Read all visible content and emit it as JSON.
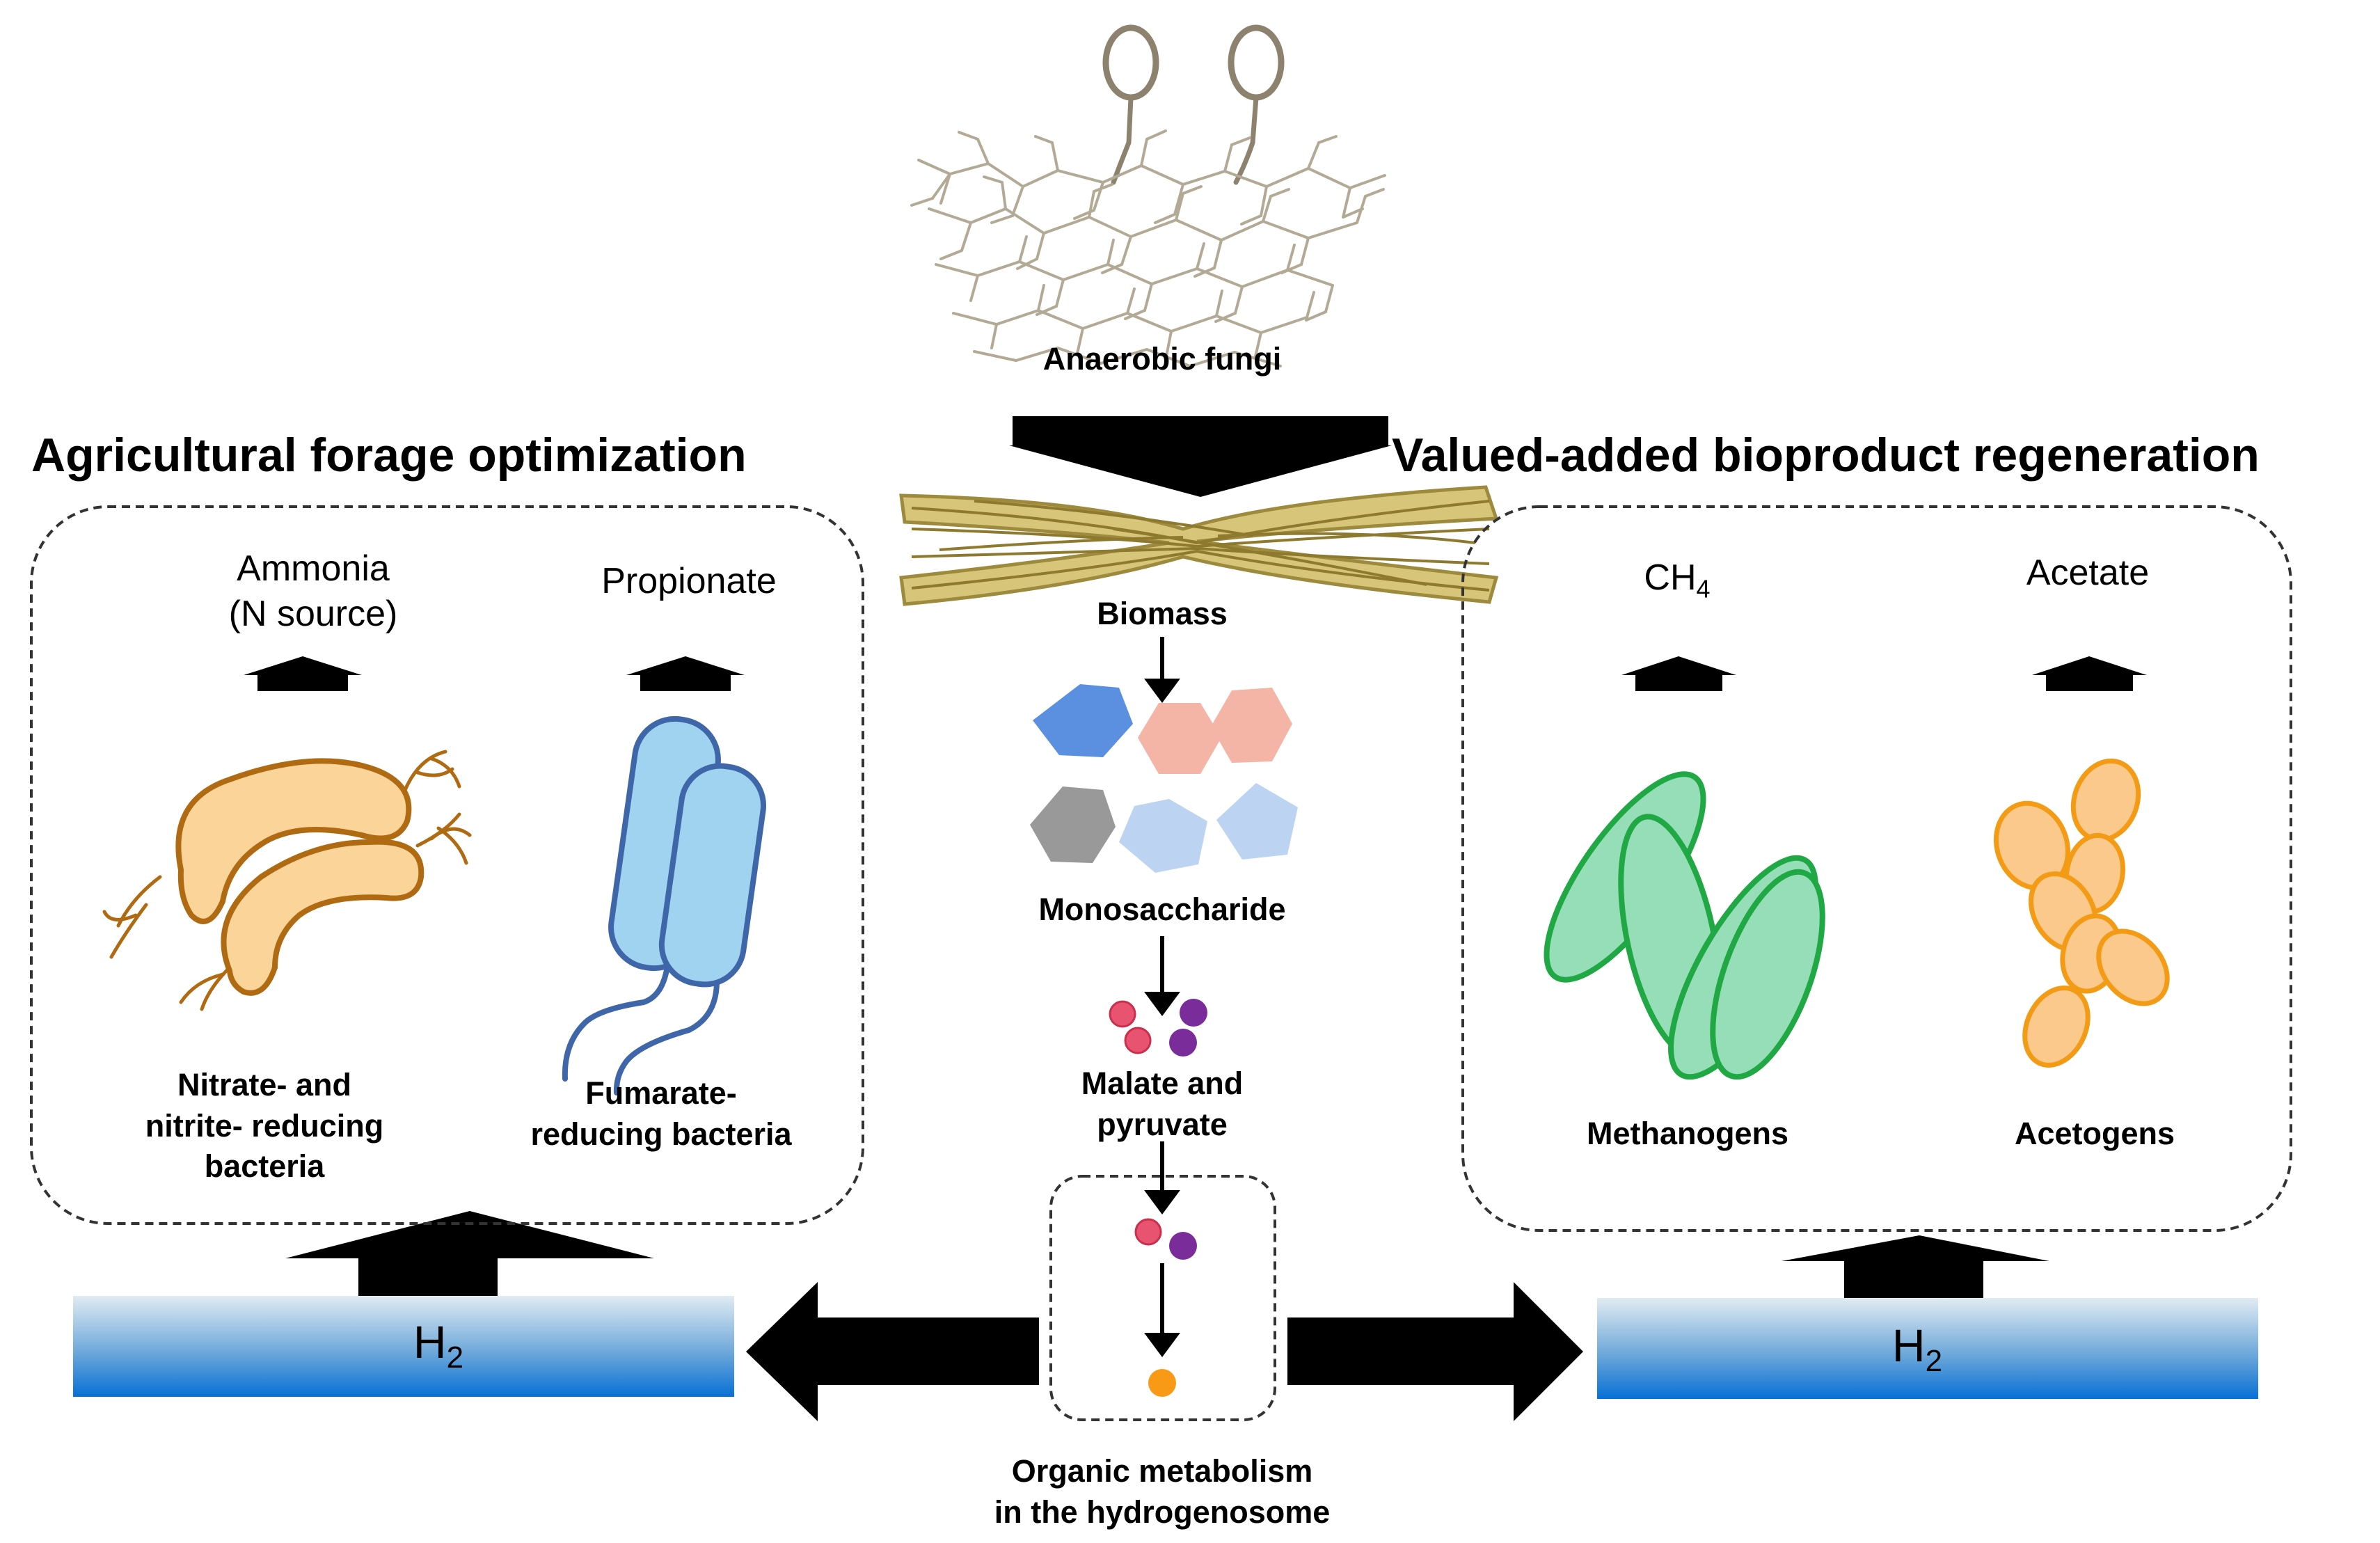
{
  "sections": {
    "left_title": "Agricultural forage optimization",
    "right_title": "Valued-added bioproduct regeneration"
  },
  "center": {
    "fungi_label": "Anaerobic fungi",
    "biomass_label": "Biomass",
    "monosaccharide_label": "Monosaccharide",
    "malate_label_line1": "Malate and",
    "malate_label_line2": "pyruvate",
    "hydrogenosome_label_line1": "Organic metabolism",
    "hydrogenosome_label_line2": "in the hydrogenosome"
  },
  "left_panel": {
    "product1_line1": "Ammonia",
    "product1_line2": "(N source)",
    "product2": "Propionate",
    "bacteria1_line1": "Nitrate- and",
    "bacteria1_line2": "nitrite- reducing",
    "bacteria1_line3": "bacteria",
    "bacteria2_line1": "Fumarate-",
    "bacteria2_line2": "reducing bacteria"
  },
  "right_panel": {
    "product1_base": "CH",
    "product1_sub": "4",
    "product2": "Acetate",
    "microbe1": "Methanogens",
    "microbe2": "Acetogens"
  },
  "h2_bars": {
    "left_base": "H",
    "left_sub": "2",
    "right_base": "H",
    "right_sub": "2"
  },
  "colors": {
    "bacteria_orange_fill": "#fbd49a",
    "bacteria_orange_stroke": "#b06a12",
    "bacteria_blue_fill": "#9fd3ef",
    "bacteria_blue_stroke": "#3e66a8",
    "methanogen_fill": "#96deb8",
    "methanogen_stroke": "#1fa843",
    "acetogen_fill": "#fbc98c",
    "acetogen_stroke": "#f49b16",
    "hexagon_blue": "#5b8fe0",
    "hexagon_pink": "#f4b4a6",
    "hexagon_gray": "#999999",
    "pentagon_light_blue": "#bcd4f1",
    "dot_red": "#e8536f",
    "dot_purple": "#7a2c9a",
    "dot_orange": "#f89a15",
    "h2_bar_top": "#dfe9f1",
    "h2_bar_bottom": "#0a72d6"
  }
}
